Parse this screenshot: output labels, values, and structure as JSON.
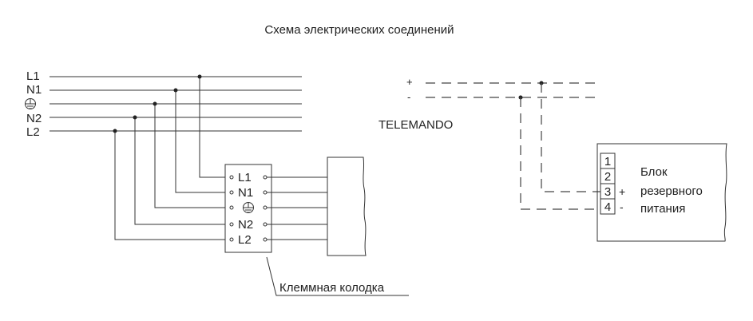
{
  "title": "Схема электрических соединений",
  "mains_lines": [
    {
      "key": "L1",
      "label": "L1"
    },
    {
      "key": "N1",
      "label": "N1"
    },
    {
      "key": "PE",
      "label": "",
      "icon": "ground-icon"
    },
    {
      "key": "N2",
      "label": "N2"
    },
    {
      "key": "L2",
      "label": "L2"
    }
  ],
  "terminal_block": {
    "rows": [
      {
        "label": "L1"
      },
      {
        "label": "N1"
      },
      {
        "label": "",
        "icon": "ground-icon"
      },
      {
        "label": "N2"
      },
      {
        "label": "L2"
      }
    ],
    "caption": "Клеммная колодка"
  },
  "telemando": {
    "label": "TELEMANDO",
    "plus": "+",
    "minus": "-"
  },
  "backup_unit": {
    "terminals": [
      "1",
      "2",
      "3",
      "4"
    ],
    "polarity": {
      "3": "+",
      "4": "-"
    },
    "label_lines": [
      "Блок",
      "резервного",
      "питания"
    ]
  },
  "colors": {
    "line": "#333333",
    "text": "#222222"
  }
}
